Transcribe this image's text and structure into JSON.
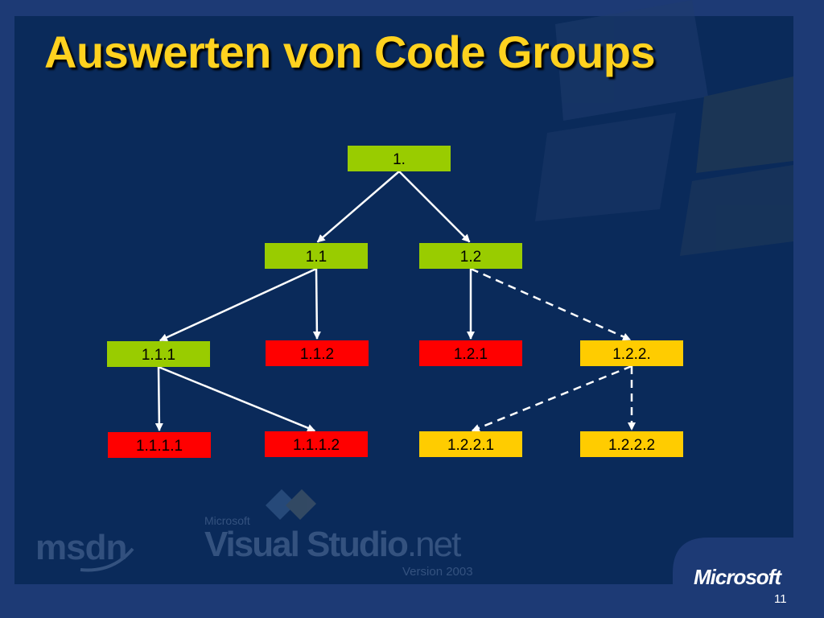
{
  "slide": {
    "title": "Auswerten von Code Groups",
    "page_number": "11"
  },
  "branding": {
    "msdn": "msdn",
    "vs_prefix": "Microsoft",
    "vs_name": "Visual Studio",
    "vs_suffix": ".net",
    "vs_version": "Version 2003",
    "microsoft": "Microsoft"
  },
  "colors": {
    "background": "#0a2a5a",
    "title": "#ffd21f",
    "match": "#99cc00",
    "no_match": "#ff0000",
    "not_evaluated": "#ffcc00",
    "arrow": "#ffffff"
  },
  "tree": {
    "nodes": [
      {
        "id": "n1",
        "label": "1.",
        "state": "match"
      },
      {
        "id": "n11",
        "label": "1.1",
        "state": "match"
      },
      {
        "id": "n12",
        "label": "1.2",
        "state": "match"
      },
      {
        "id": "n111",
        "label": "1.1.1",
        "state": "match"
      },
      {
        "id": "n112",
        "label": "1.1.2",
        "state": "no_match"
      },
      {
        "id": "n121",
        "label": "1.2.1",
        "state": "no_match"
      },
      {
        "id": "n122",
        "label": "1.2.2.",
        "state": "not_evaluated"
      },
      {
        "id": "n1111",
        "label": "1.1.1.1",
        "state": "no_match"
      },
      {
        "id": "n1112",
        "label": "1.1.1.2",
        "state": "no_match"
      },
      {
        "id": "n1221",
        "label": "1.2.2.1",
        "state": "not_evaluated"
      },
      {
        "id": "n1222",
        "label": "1.2.2.2",
        "state": "not_evaluated"
      }
    ],
    "edges": [
      {
        "from": "n1",
        "to": "n11",
        "style": "solid"
      },
      {
        "from": "n1",
        "to": "n12",
        "style": "solid"
      },
      {
        "from": "n11",
        "to": "n111",
        "style": "solid"
      },
      {
        "from": "n11",
        "to": "n112",
        "style": "solid"
      },
      {
        "from": "n12",
        "to": "n121",
        "style": "solid"
      },
      {
        "from": "n12",
        "to": "n122",
        "style": "dashed"
      },
      {
        "from": "n111",
        "to": "n1111",
        "style": "solid"
      },
      {
        "from": "n111",
        "to": "n1112",
        "style": "solid"
      },
      {
        "from": "n122",
        "to": "n1221",
        "style": "dashed"
      },
      {
        "from": "n122",
        "to": "n1222",
        "style": "dashed"
      }
    ]
  }
}
